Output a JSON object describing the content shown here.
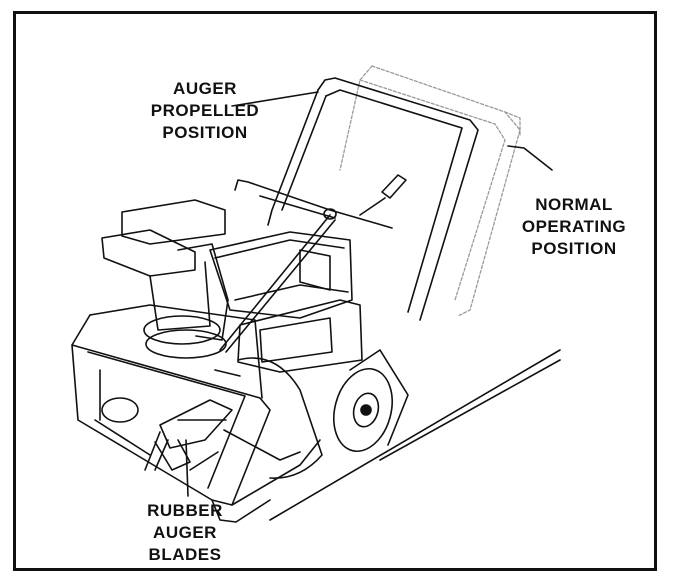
{
  "labels": {
    "auger_propelled": [
      "AUGER",
      "PROPELLED",
      "POSITION"
    ],
    "normal_operating": [
      "NORMAL",
      "OPERATING",
      "POSITION"
    ],
    "rubber_auger_blades": [
      "RUBBER",
      "AUGER",
      "BLADES"
    ]
  },
  "colors": {
    "ink": "#111111",
    "ghost": "#9a9a9a"
  }
}
